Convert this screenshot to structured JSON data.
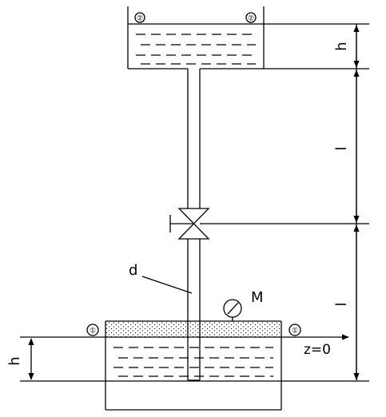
{
  "labels": {
    "h_top": "h",
    "l_upper": "l",
    "l_lower": "l",
    "h_bottom": "h",
    "d": "d",
    "gauge": "M",
    "datum": "z=0"
  },
  "section_markers": {
    "top_left": "②",
    "top_right": "②",
    "bottom_left": "①",
    "bottom_right": "①"
  },
  "colors": {
    "line": "#000000",
    "background": "#ffffff"
  },
  "icons": [
    "valve-icon",
    "pressure-gauge-icon",
    "arrow-right-icon",
    "dimension-arrow-icon"
  ]
}
